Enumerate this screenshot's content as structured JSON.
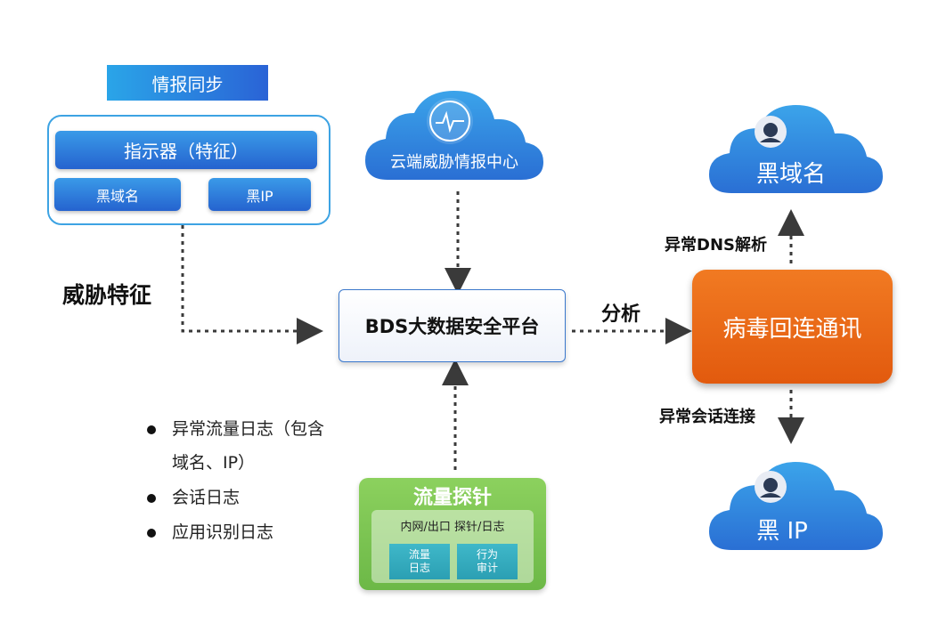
{
  "intel_sync": {
    "tag": "情报同步",
    "indicator": "指示器（特征）",
    "black_domain": "黑域名",
    "black_ip": "黑IP"
  },
  "threat_feature": "威胁特征",
  "cloud_center": "云端威胁情报中心",
  "platform": "BDS大数据安全平台",
  "analysis": "分析",
  "virus": "病毒回连通讯",
  "abnormal_dns": "异常DNS解析",
  "abnormal_session": "异常会话连接",
  "cloud_black_domain": "黑域名",
  "cloud_black_ip": "黑 IP",
  "logs": {
    "line1": "异常流量日志（包含",
    "line2": "域名、IP）",
    "line3": "会话日志",
    "line4": "应用识别日志"
  },
  "probe": {
    "title": "流量探针",
    "sub": "内网/出口 探针/日志",
    "chip1": "流量\n日志",
    "chip2": "行为\n审计"
  },
  "colors": {
    "blue": "#2a7fdc",
    "orange": "#e8661a",
    "green": "#7cc453"
  }
}
